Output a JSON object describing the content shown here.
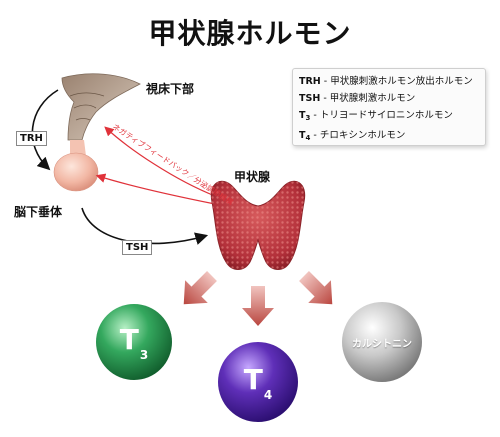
{
  "title": "甲状腺ホルモン",
  "legend": {
    "trh": {
      "abbr": "TRH",
      "text": "- 甲状腺刺激ホルモン放出ホルモン"
    },
    "tsh": {
      "abbr": "TSH",
      "text": "- 甲状腺刺激ホルモン"
    },
    "t3": {
      "abbr": "T",
      "sub": "3",
      "text": "- トリヨードサイロニンホルモン"
    },
    "t4": {
      "abbr": "T",
      "sub": "4",
      "text": "- チロキシンホルモン"
    }
  },
  "labels": {
    "hypothalamus": "視床下部",
    "pituitary": "脳下垂体",
    "thyroid": "甲状腺",
    "trh_tag": "TRH",
    "tsh_tag": "TSH",
    "feedback": "ネガティブフィードバック／分泌調節機構"
  },
  "hormones": {
    "t3": {
      "main": "T",
      "sub": "3"
    },
    "t4": {
      "main": "T",
      "sub": "4"
    },
    "calcitonin": "カルシトニン"
  },
  "colors": {
    "feedback": "#e0323a",
    "release_arrow": "#b9463f",
    "thyroid": "#b8323a",
    "t3_ball": "#2c9a55",
    "t4_ball": "#5a2aa8",
    "calcitonin_ball": "#b5b5b5"
  }
}
